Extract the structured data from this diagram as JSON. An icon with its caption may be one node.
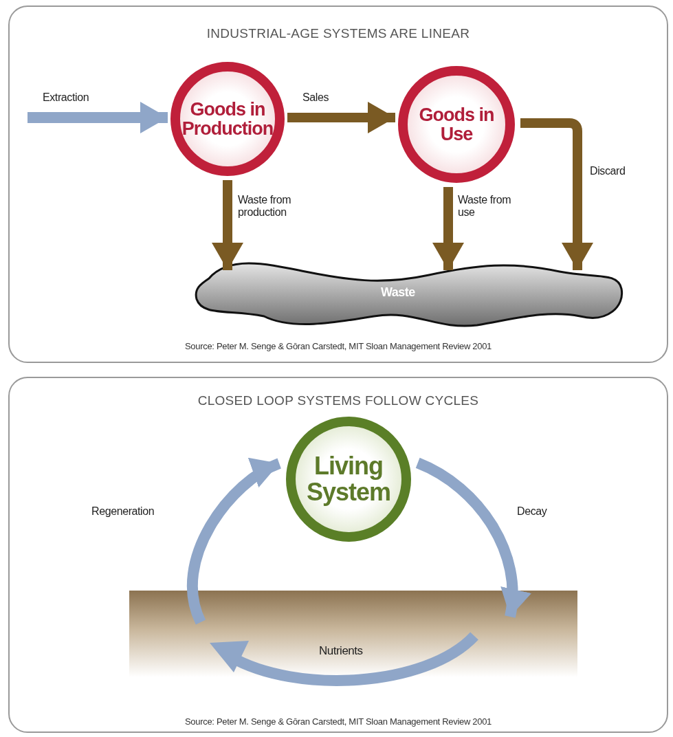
{
  "diagram": {
    "nodes": [
      {
        "text": [
          "INDUSTRIAL-AGE SYSTEMS ARE LINEAR",
          "Source: Peter M. Senge & Gōran Carstedt, MIT Sloan Management Review 2001"
        ]
      },
      {
        "text": [
          "Goods in Production"
        ],
        "in": 0
      },
      {
        "text": [
          "Goods in Use"
        ],
        "in": 0
      },
      {
        "text": [
          "Waste"
        ],
        "in": 0
      },
      {
        "text": [
          "CLOSED LOOP SYSTEMS FOLLOW CYCLES",
          "Source: Peter M. Senge & Gōran Carstedt, MIT Sloan Management Review 2001"
        ]
      },
      {
        "text": [
          "Living System"
        ],
        "in": 4
      },
      {
        "text": [
          "Nutrients"
        ],
        "in": 4
      }
    ],
    "edges": [
      {
        "from": null,
        "to": 1,
        "arrow": "to",
        "label": "Extraction",
        "color": "#8fa6c8"
      },
      {
        "from": 1,
        "to": 2,
        "arrow": "to",
        "label": "Sales"
      },
      {
        "from": 1,
        "to": 3,
        "arrow": "to",
        "label": "Waste from production"
      },
      {
        "from": 2,
        "to": 3,
        "arrow": "to",
        "label": "Waste from use"
      },
      {
        "from": 2,
        "to": 3,
        "arrow": "to",
        "label": "Discard"
      },
      {
        "from": 5,
        "to": 6,
        "arrow": "to",
        "label": "Decay",
        "color": "#8fa6c8"
      },
      {
        "from": 6,
        "to": 5,
        "arrow": "to",
        "label": "Regeneration",
        "color": "#8fa6c8"
      }
    ]
  }
}
